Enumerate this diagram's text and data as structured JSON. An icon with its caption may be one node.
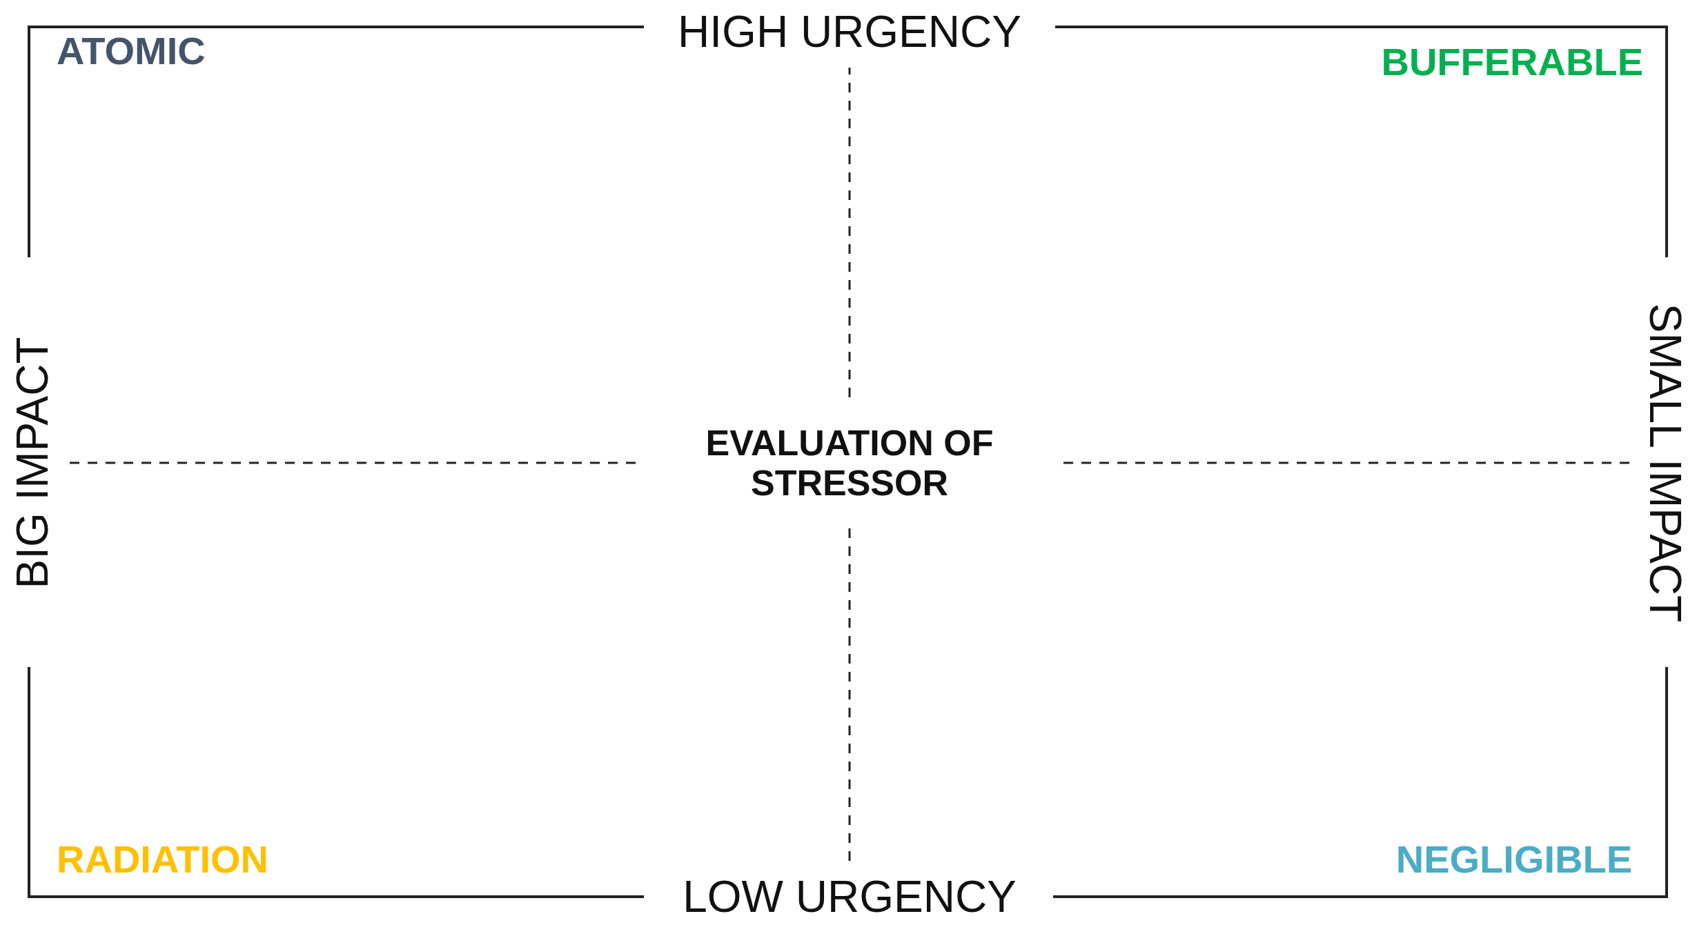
{
  "diagram": {
    "nodes": [
      {
        "text": [
          "EVALUATION OF STRESSOR"
        ]
      },
      {
        "text": [
          "HIGH URGENCY"
        ]
      },
      {
        "text": [
          "LOW URGENCY"
        ]
      },
      {
        "text": [
          "BIG IMPACT"
        ]
      },
      {
        "text": [
          "SMALL IMPACT"
        ]
      }
    ],
    "edges": [
      {
        "from": 0,
        "to": 1,
        "arrow": "none",
        "style": "dashed"
      },
      {
        "from": 0,
        "to": 2,
        "arrow": "none",
        "style": "dashed"
      },
      {
        "from": 0,
        "to": 3,
        "arrow": "none",
        "style": "dashed"
      },
      {
        "from": 0,
        "to": 4,
        "arrow": "none",
        "style": "dashed"
      }
    ],
    "labels": [
      "ATOMIC",
      "BUFFERABLE",
      "RADIATION",
      "NEGLIGIBLE"
    ]
  }
}
